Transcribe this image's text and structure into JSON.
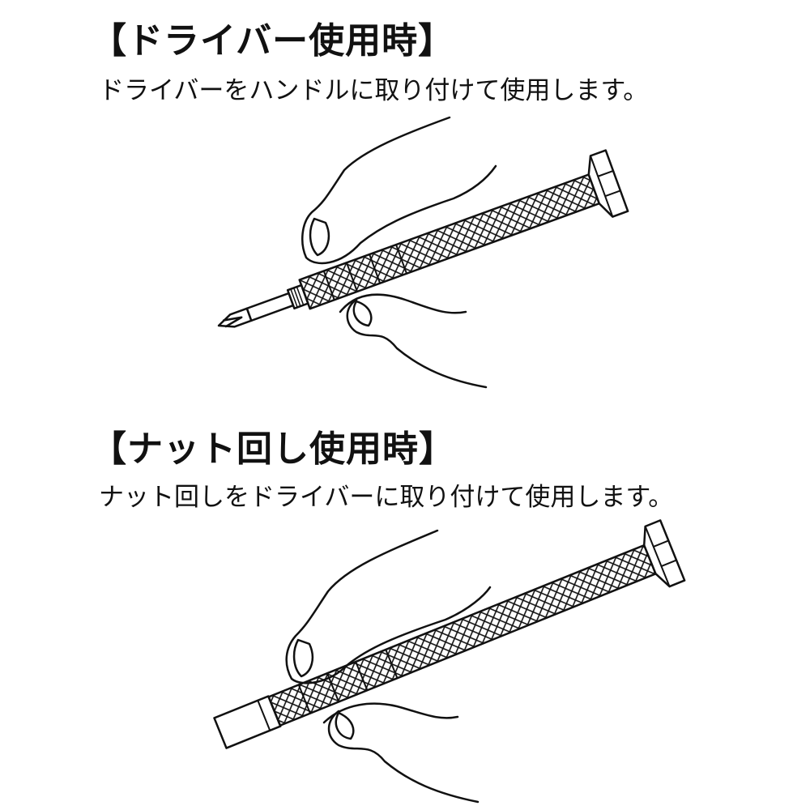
{
  "sections": [
    {
      "heading": "【ドライバー使用時】",
      "description": "ドライバーをハンドルに取り付けて使用します。",
      "illustration": "hand-holding-screwdriver-with-bit"
    },
    {
      "heading": "【ナット回し使用時】",
      "description": "ナット回しをドライバーに取り付けて使用します。",
      "illustration": "hand-holding-screwdriver-with-nut-driver"
    }
  ],
  "colors": {
    "line": "#111111",
    "background": "#ffffff"
  }
}
